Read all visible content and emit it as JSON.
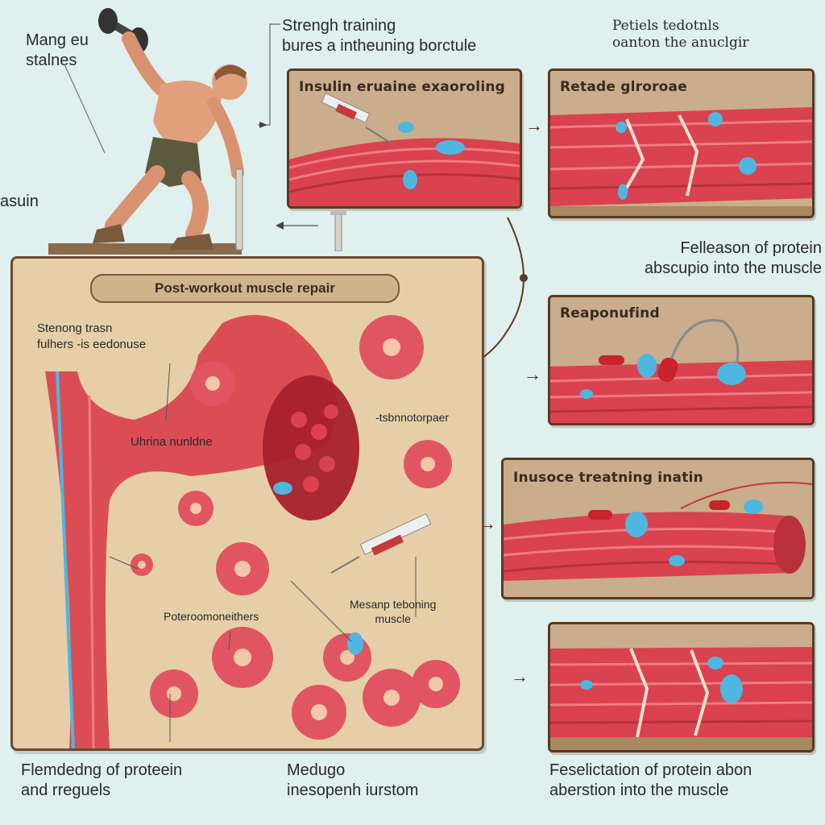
{
  "top_left": {
    "line1": "Mang eu",
    "line2": "stalnes"
  },
  "left_edge_label": "asuin",
  "strength": {
    "line1": "Strengh training",
    "line2": "bures a intheuning borctule"
  },
  "top_right_text": {
    "line1": "Petiels tedotnls",
    "line2": "oanton the anuclgir"
  },
  "panel_insulin": {
    "title": "Insulin eruaine exaoroling"
  },
  "panel_retade": {
    "title": "Retade glroroae"
  },
  "right_mid_text": {
    "line1": "Felleason of protein",
    "line2": "abscupio into the muscle"
  },
  "panel_reaponuf": {
    "title": "Reaponufind"
  },
  "panel_insoce": {
    "title": "Inusoce treatning inatin"
  },
  "main_panel": {
    "banner": "Post-workout muscle repair",
    "label_stenong": {
      "line1": "Stenong trasn",
      "line2": "fulhers -is eedonuse"
    },
    "label_uhrina": "Uhrina nunldne",
    "label_sbsn": "-tsbnnotorpaer",
    "label_poter": "Poteroomoneithers",
    "label_mesanp": {
      "line1": "Mesanp teboning",
      "line2": "muscle"
    }
  },
  "bottom_left": {
    "line1": "Flemdedng of proteein",
    "line2": "and rreguels"
  },
  "bottom_mid": {
    "line1": "Medugo",
    "line2": "inesopenh iurstom"
  },
  "bottom_right": {
    "line1": "Feselictation of protein abon",
    "line2": "aberstion into the muscle"
  },
  "colors": {
    "background": "#dff0ee",
    "panel": "#e8c9a0",
    "muscle": "#d9424e",
    "droplet": "#4fb6e0",
    "frame": "#5a3a22"
  }
}
